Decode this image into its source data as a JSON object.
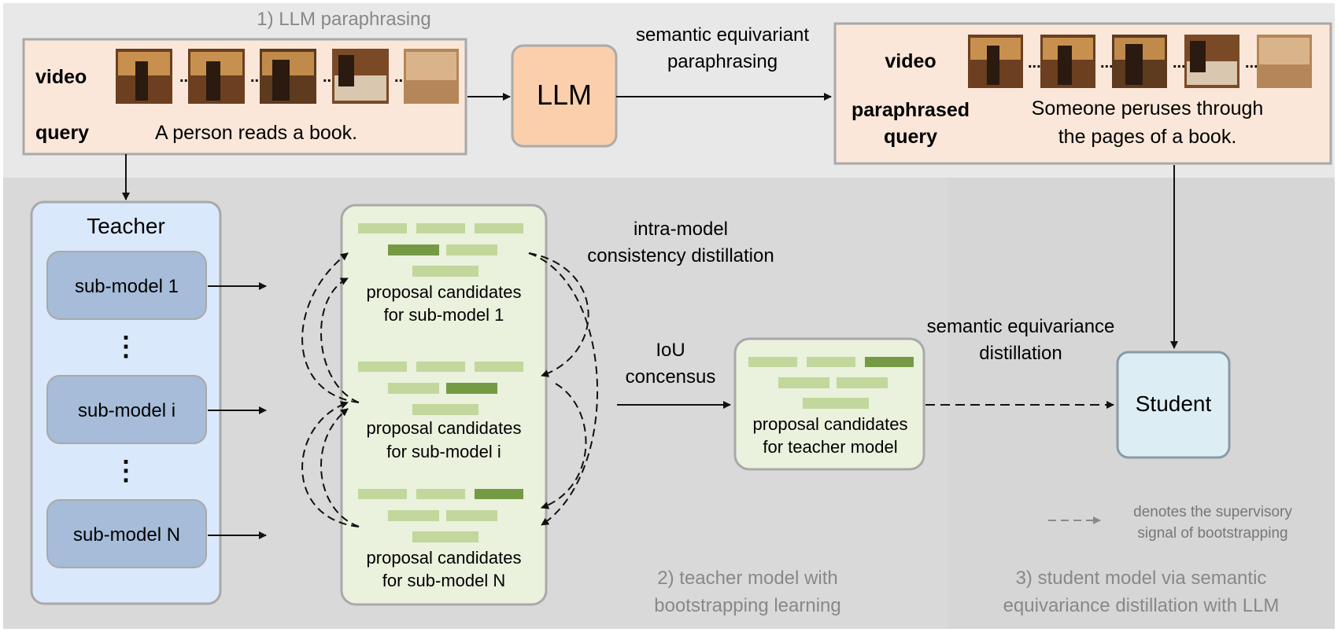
{
  "section1": {
    "title": "1)  LLM paraphrasing"
  },
  "input_box": {
    "video_label": "video",
    "query_label": "query",
    "query_text": "A person reads a book.",
    "ellipsis": "..."
  },
  "llm": {
    "label": "LLM"
  },
  "paraphrase_arrow": {
    "line1": "semantic equivariant",
    "line2": "paraphrasing"
  },
  "output_box": {
    "video_label": "video",
    "query_label_line1": "paraphrased",
    "query_label_line2": "query",
    "text_line1": "Someone peruses through",
    "text_line2": "the pages of a book.",
    "ellipsis": "..."
  },
  "teacher": {
    "title": "Teacher",
    "submodel_1": "sub-model 1",
    "submodel_i": "sub-model i",
    "submodel_n": "sub-model N",
    "dots": "⋮"
  },
  "proposals": {
    "p1_line1": "proposal candidates",
    "p1_line2": "for sub-model 1",
    "pi_line1": "proposal candidates",
    "pi_line2": "for sub-model i",
    "pn_line1": "proposal candidates",
    "pn_line2": "for sub-model N"
  },
  "intra": {
    "line1": "intra-model",
    "line2": "consistency distillation"
  },
  "iou": {
    "line1": "IoU",
    "line2": "concensus"
  },
  "teacher_proposals": {
    "line1": "proposal candidates",
    "line2": "for teacher model"
  },
  "sem_distill": {
    "line1": "semantic equivariance",
    "line2": "distillation"
  },
  "student": {
    "label": "Student"
  },
  "legend": {
    "line1": "denotes the supervisory",
    "line2": "signal of bootstrapping"
  },
  "section2": {
    "line1": "2) teacher model with",
    "line2": "bootstrapping learning"
  },
  "section3": {
    "line1": "3) student model via semantic",
    "line2": "equivariance distillation with LLM"
  },
  "colors": {
    "bar_light": "#c2d79c",
    "bar_dark": "#759a44",
    "panel_green": "#eaf1dd",
    "teacher_blue": "#dae8fb",
    "submodel_blue": "#a6bcd8",
    "llm_orange": "#fbcfab",
    "box_peach": "#fbe7d9",
    "student_blue": "#dcedf4"
  }
}
